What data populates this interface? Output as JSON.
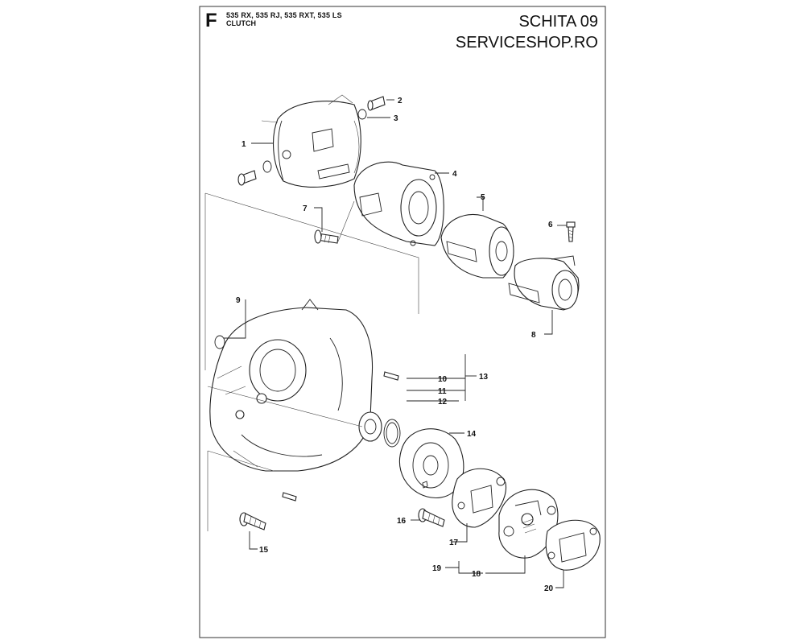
{
  "header": {
    "section": "F",
    "models": "535 RX, 535 RJ, 535 RXT, 535 LS",
    "subtitle": "CLUTCH",
    "title": "SCHITA 09",
    "site": "SERVICESHOP.RO"
  },
  "labels": [
    "1",
    "2",
    "3",
    "4",
    "5",
    "6",
    "7",
    "8",
    "9",
    "10",
    "11",
    "12",
    "13",
    "14",
    "15",
    "16",
    "17",
    "18",
    "19",
    "20"
  ]
}
